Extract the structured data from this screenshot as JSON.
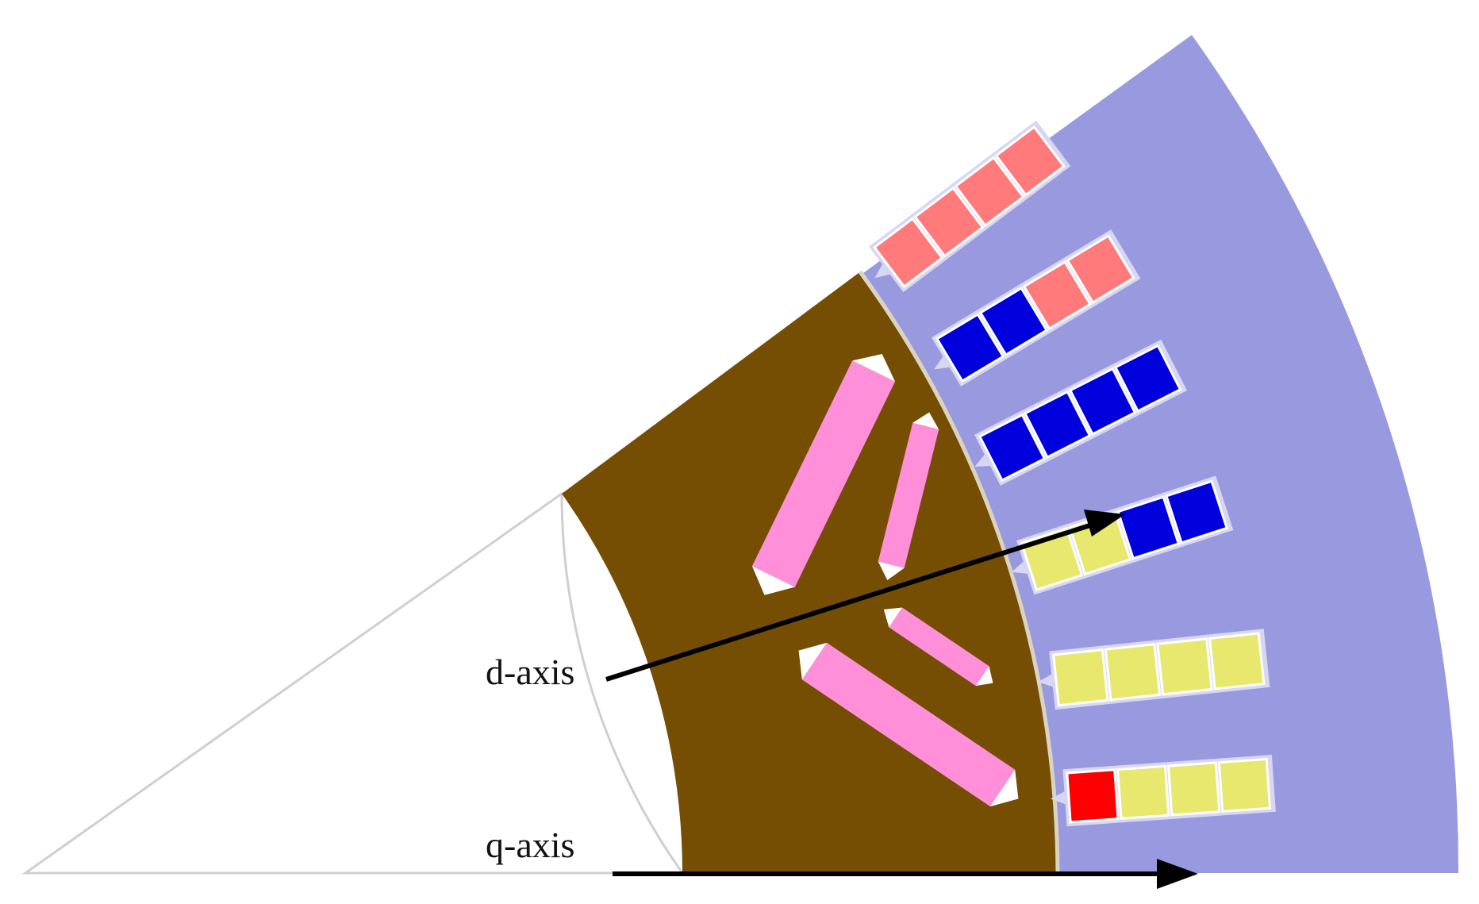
{
  "labels": {
    "d_axis": "d-axis",
    "q_axis": "q-axis"
  },
  "colors": {
    "background": "#ffffff",
    "stator": "#9999e0",
    "rotor": "#754e03",
    "air_gap": "#d9d4c2",
    "magnet": "#ff8fd8",
    "slot_frame": "#d7d7f2",
    "phase_red_light": "#ff7a7a",
    "phase_blue": "#0000dd",
    "phase_yellow": "#e8e86e",
    "phase_red": "#ff0000",
    "arrow": "#000000"
  },
  "slots": [
    {
      "name": "slot-1",
      "coils": [
        "red",
        "yellow",
        "yellow",
        "yellow"
      ]
    },
    {
      "name": "slot-2",
      "coils": [
        "yellow",
        "yellow",
        "yellow",
        "yellow"
      ]
    },
    {
      "name": "slot-3",
      "coils": [
        "yellow",
        "yellow",
        "blue",
        "blue"
      ]
    },
    {
      "name": "slot-4",
      "coils": [
        "blue",
        "blue",
        "blue",
        "blue"
      ]
    },
    {
      "name": "slot-5",
      "coils": [
        "blue",
        "blue",
        "red_light",
        "red_light"
      ]
    },
    {
      "name": "slot-6",
      "coils": [
        "red_light",
        "red_light",
        "red_light",
        "red_light"
      ]
    }
  ],
  "magnets": [
    {
      "name": "magnet-outer-lower"
    },
    {
      "name": "magnet-inner-lower"
    },
    {
      "name": "magnet-inner-upper"
    },
    {
      "name": "magnet-outer-upper"
    }
  ]
}
